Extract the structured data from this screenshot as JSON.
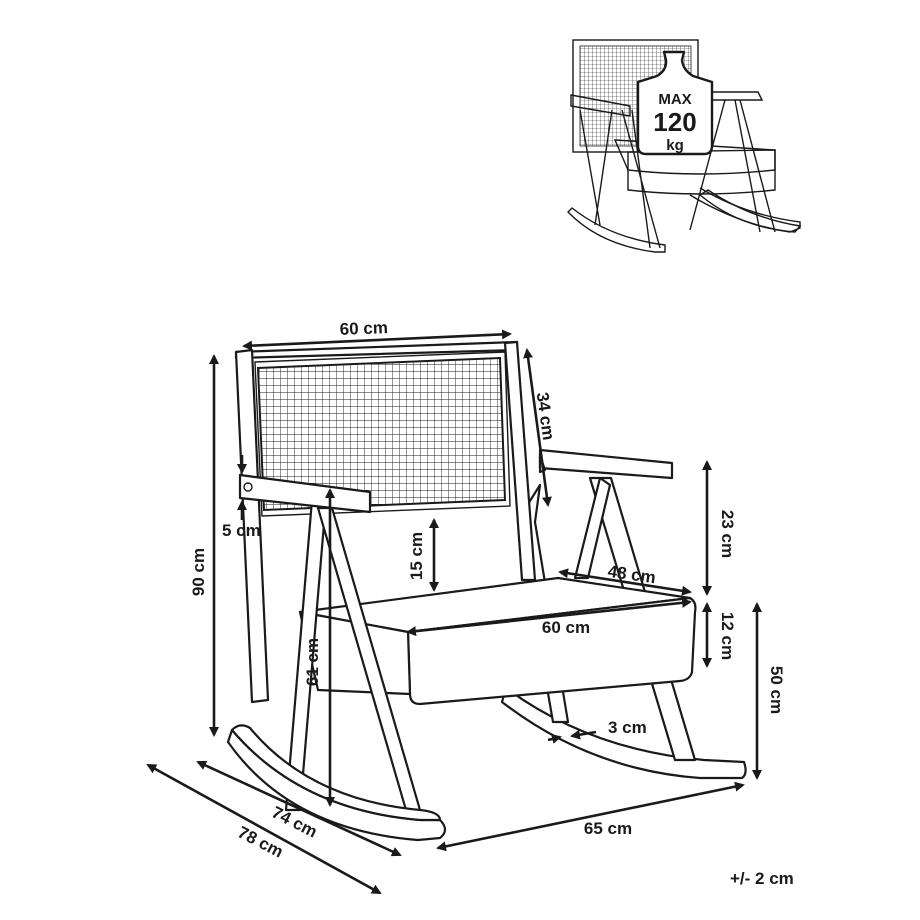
{
  "badge": {
    "line1": "MAX",
    "line2": "120",
    "line3": "kg"
  },
  "dimensions": {
    "back_width": "60 cm",
    "back_height": "34 cm",
    "total_height": "90 cm",
    "armrest_thickness": "5 cm",
    "backrest_to_seat": "15 cm",
    "arm_above_seat": "23 cm",
    "seat_depth": "48 cm",
    "seat_width": "60 cm",
    "cushion_thickness": "12 cm",
    "seat_height_front": "61 cm",
    "seat_height": "50 cm",
    "rocker_thickness": "3 cm",
    "depth_inner": "74 cm",
    "depth_outer": "78 cm",
    "rocker_length": "65 cm"
  },
  "tolerance": "+/- 2 cm"
}
